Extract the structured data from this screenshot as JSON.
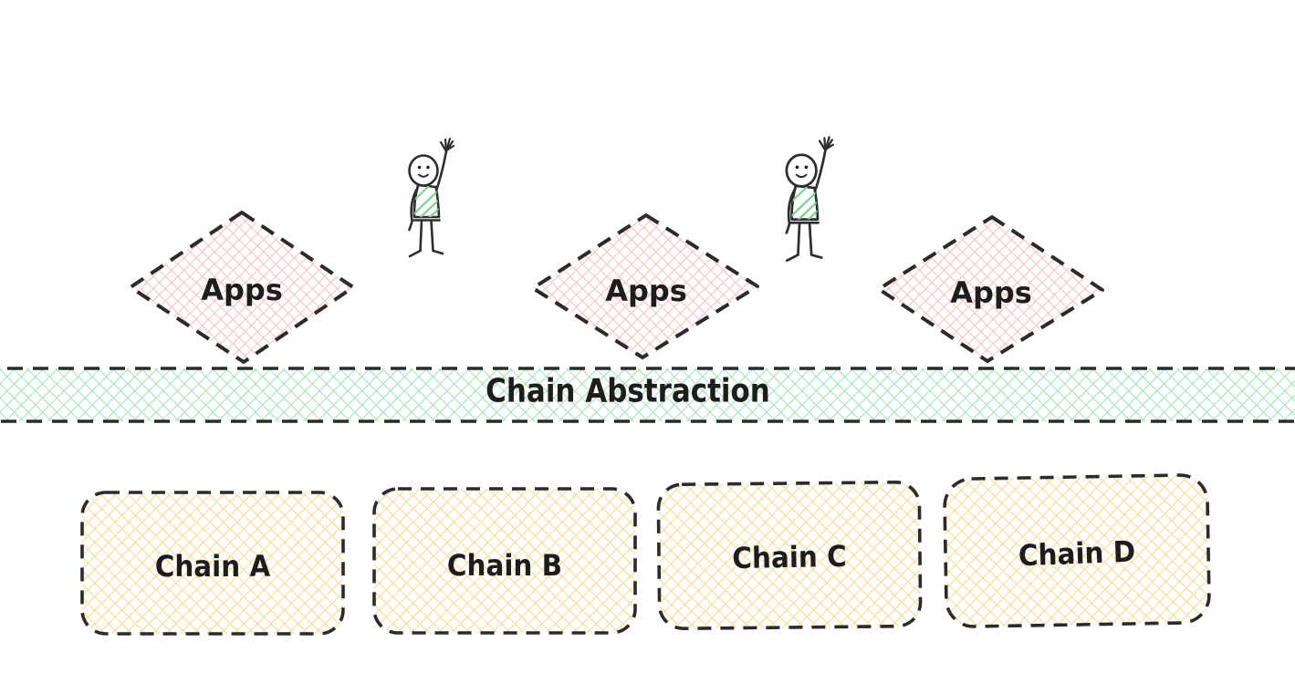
{
  "diagram": {
    "apps_nodes": [
      {
        "label": "Apps"
      },
      {
        "label": "Apps"
      },
      {
        "label": "Apps"
      }
    ],
    "banner": {
      "label": "Chain Abstraction"
    },
    "chains": [
      {
        "label": "Chain A"
      },
      {
        "label": "Chain B"
      },
      {
        "label": "Chain C"
      },
      {
        "label": "Chain D"
      }
    ],
    "figures": [
      {
        "name": "waving-stick-person"
      },
      {
        "name": "waving-stick-person"
      }
    ],
    "colors": {
      "background": "#ffffff",
      "outline": "#2b2b2b",
      "text": "#1d1d1d",
      "apps_hatch": "#f7c4c4",
      "banner_hatch": "#a6e6b5",
      "chain_hatch": "#f7df9b",
      "shirt_stripe_green": "#7bd58d"
    }
  }
}
